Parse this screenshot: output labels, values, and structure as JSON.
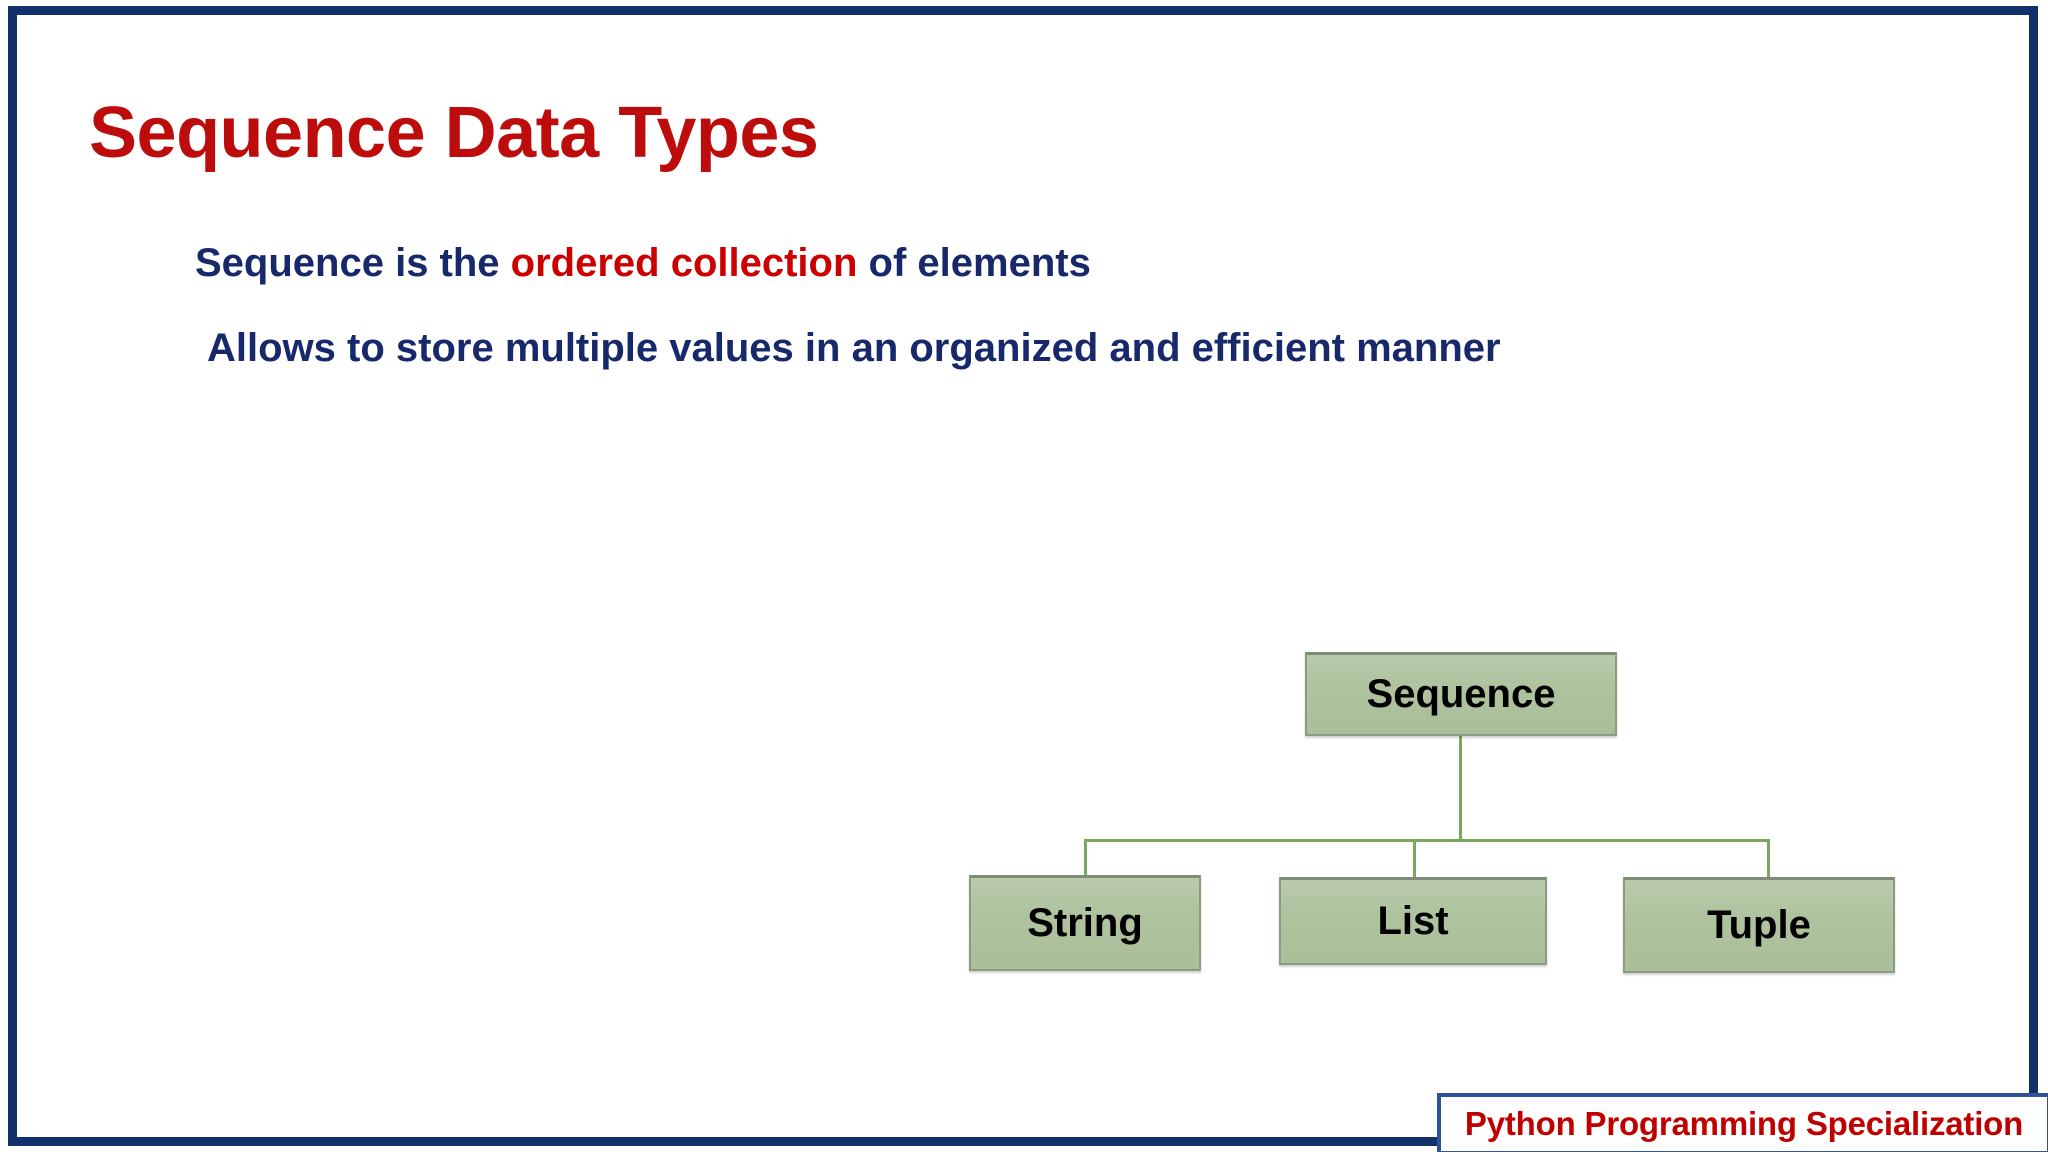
{
  "slide": {
    "title": "Sequence Data Types",
    "title_color": "#bd0c0c",
    "border_color": "#13306b",
    "background": "#ffffff"
  },
  "body": {
    "text_color": "#17286b",
    "highlight_color": "#cc0000",
    "lines": [
      {
        "segments": [
          {
            "text": "Sequence is the ",
            "highlight": false
          },
          {
            "text": "ordered collection",
            "highlight": true
          },
          {
            "text": " of elements",
            "highlight": false
          }
        ],
        "plain": "Sequence is the ordered collection of elements"
      },
      {
        "segments": [
          {
            "text": "Allows to store multiple values in an organized and efficient manner",
            "highlight": false
          }
        ],
        "plain": "Allows to store multiple values in an organized and efficient manner"
      }
    ],
    "line1_prefix": "Sequence is the ",
    "line1_highlight": "ordered collection",
    "line1_suffix": " of elements",
    "line2": "Allows to store multiple values in an organized and efficient manner"
  },
  "diagram": {
    "type": "tree",
    "fill_color": "#aec29e",
    "border_color": "#8c9c84",
    "connector_color": "#7aa85c",
    "label_color": "#000000",
    "root": {
      "label": "Sequence"
    },
    "children": [
      {
        "label": "String"
      },
      {
        "label": "List"
      },
      {
        "label": "Tuple"
      }
    ]
  },
  "footer": {
    "label": "Python Programming Specialization",
    "text_color": "#c00000",
    "border_color": "#2e5496"
  }
}
